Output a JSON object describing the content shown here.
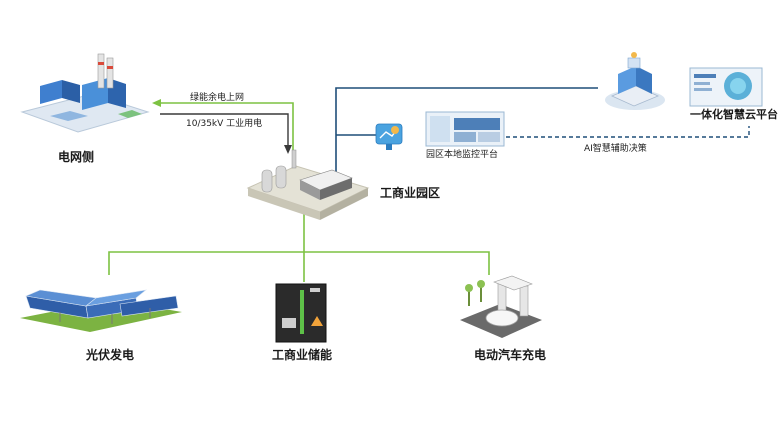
{
  "nodes": {
    "grid_side": "电网侧",
    "park": "工商业园区",
    "local_monitor": "园区本地监控平台",
    "cloud_platform": "一体化智慧云平台",
    "pv": "光伏发电",
    "storage": "工商业储能",
    "ev": "电动汽车充电"
  },
  "edges": {
    "to_grid": "绿能余电上网",
    "from_grid": "10/35kV 工业用电",
    "ai_decision": "AI智慧辅助决策"
  },
  "colors": {
    "green_line": "#7dc242",
    "blue_line": "#1f4e79",
    "arrow": "#3a3a3a",
    "building_blue": "#4a90d9"
  }
}
